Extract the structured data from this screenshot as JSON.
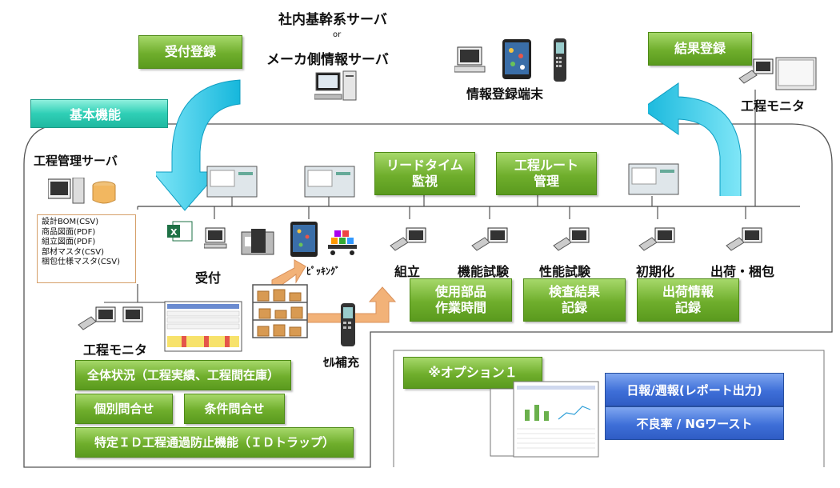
{
  "top": {
    "server_line1": "社内基幹系サーバ",
    "server_or": "or",
    "server_line2": "メーカ側情報サーバ",
    "terminals_label": "情報登録端末",
    "reception_register": "受付登録",
    "result_register": "結果登録",
    "monitor_top_right": "工程モニタ",
    "basic_functions_tab": "基本機能"
  },
  "server": {
    "title": "工程管理サーバ",
    "files": [
      "設計BOM(CSV)",
      "商品図面(PDF)",
      "組立図面(PDF)",
      "部材マスタ(CSV)",
      "梱包仕様マスタ(CSV)"
    ]
  },
  "center_boxes": {
    "leadtime_line1": "リードタイム",
    "leadtime_line2": "監視",
    "route_line1": "工程ルート",
    "route_line2": "管理"
  },
  "process": {
    "reception": "受付",
    "picking": "ﾋﾟｯｷﾝｸﾞ",
    "assembly": "組立",
    "function_test": "機能試験",
    "performance_test": "性能試験",
    "initialization": "初期化",
    "shipping_packing": "出荷・梱包",
    "cell_refill": "ｾﾙ補充"
  },
  "record_boxes": {
    "parts_line1": "使用部品",
    "parts_line2": "作業時間",
    "inspection_line1": "検査結果",
    "inspection_line2": "記録",
    "shipping_line1": "出荷情報",
    "shipping_line2": "記録"
  },
  "monitor_left": {
    "label": "工程モニタ",
    "overall": "全体状況（工程実績、工程間在庫）",
    "individual_query": "個別問合せ",
    "condition_query": "条件問合せ",
    "id_trap": "特定ＩＤ工程通過防止機能（ＩＤトラップ）"
  },
  "option": {
    "title": "※オプション１",
    "report": "日報/週報(レポート出力)",
    "defect": "不良率 / NGワースト"
  },
  "colors": {
    "green": "#6fae2c",
    "teal": "#2fcfb6",
    "blue": "#3e6fd8",
    "cyan_arrow": "#1ec6e6",
    "orange_arrow": "#f2b278"
  }
}
